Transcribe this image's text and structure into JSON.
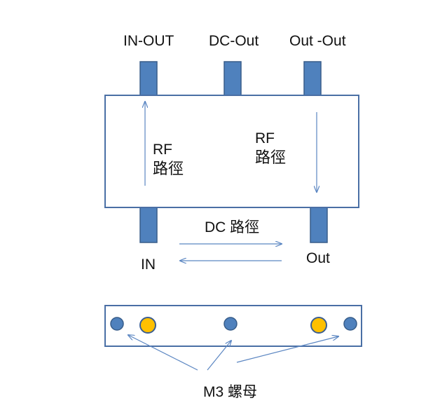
{
  "colors": {
    "pin_fill": "#4F81BD",
    "pin_stroke": "#385D8A",
    "box_stroke": "#4A6FA5",
    "arrow": "#5B86C2",
    "hole_fill": "#4F81BD",
    "nut_fill": "#FFC000",
    "nut_stroke": "#3B5E91"
  },
  "top_pins": {
    "left_label": "IN-OUT",
    "center_label": "DC-Out",
    "right_label": "Out -Out"
  },
  "rf_paths": {
    "left": {
      "line1": "RF",
      "line2": "路徑"
    },
    "right": {
      "line1": "RF",
      "line2": "路徑"
    }
  },
  "dc_path": {
    "label": "DC 路徑"
  },
  "bottom_pins": {
    "in_label": "IN",
    "out_label": "Out"
  },
  "mount_plate": {
    "nut_label": "M3 螺母"
  }
}
